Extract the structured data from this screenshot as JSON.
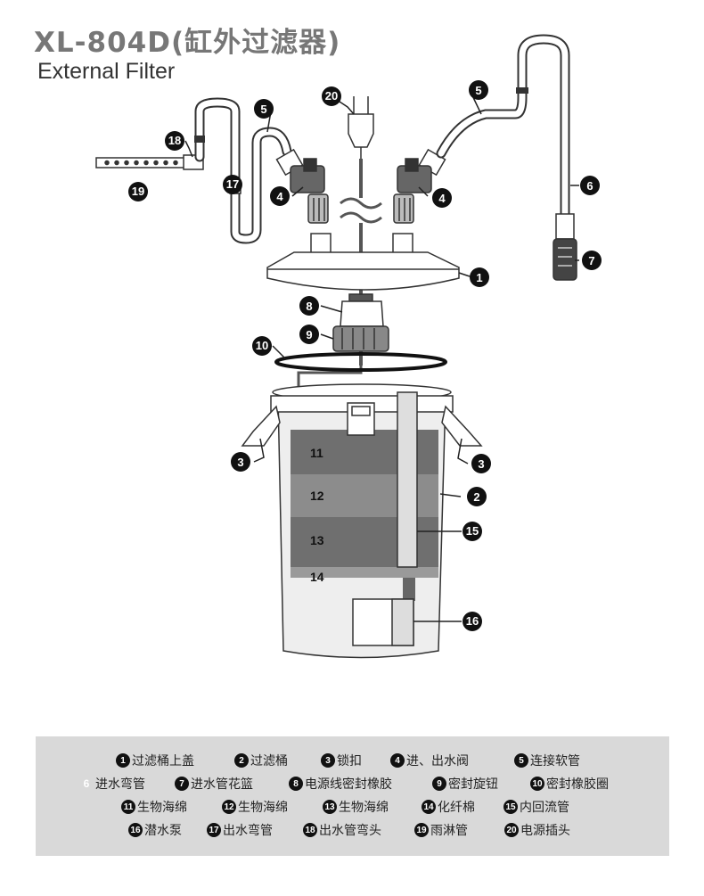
{
  "header": {
    "title": "XL-804D(缸外过滤器)",
    "subtitle": "External Filter"
  },
  "callouts": {
    "c1": "1",
    "c2": "2",
    "c3l": "3",
    "c3r": "3",
    "c4l": "4",
    "c4r": "4",
    "c5l": "5",
    "c5r": "5",
    "c6": "6",
    "c7": "7",
    "c8": "8",
    "c9": "9",
    "c10": "10",
    "c15": "15",
    "c16": "16",
    "c17": "17",
    "c18": "18",
    "c19": "19",
    "c20": "20"
  },
  "layers": {
    "l11": "11",
    "l12": "12",
    "l13": "13",
    "l14": "14"
  },
  "legend": {
    "rows": [
      [
        {
          "num": "1",
          "label": "过滤桶上盖"
        },
        {
          "num": "2",
          "label": "过滤桶"
        },
        {
          "num": "3",
          "label": "锁扣"
        },
        {
          "num": "4",
          "label": " 进、出水阀"
        },
        {
          "num": "5",
          "label": "连接软管"
        }
      ],
      [
        {
          "num": "6",
          "label": " 进水弯管"
        },
        {
          "num": "7",
          "label": "进水管花篮"
        },
        {
          "num": "8",
          "label": "电源线密封橡胶"
        },
        {
          "num": "9",
          "label": "密封旋钮"
        },
        {
          "num": "10",
          "label": " 密封橡胶圈"
        }
      ],
      [
        {
          "num": "11",
          "label": " 生物海绵"
        },
        {
          "num": "12",
          "label": " 生物海绵"
        },
        {
          "num": "13",
          "label": " 生物海绵"
        },
        {
          "num": "14",
          "label": " 化纤棉"
        },
        {
          "num": "15",
          "label": " 内回流管"
        }
      ],
      [
        {
          "num": "16",
          "label": " 潜水泵"
        },
        {
          "num": "17",
          "label": "出水弯管"
        },
        {
          "num": "18",
          "label": " 出水管弯头"
        },
        {
          "num": "19",
          "label": " 雨淋管"
        },
        {
          "num": "20",
          "label": "电源插头"
        }
      ]
    ]
  }
}
